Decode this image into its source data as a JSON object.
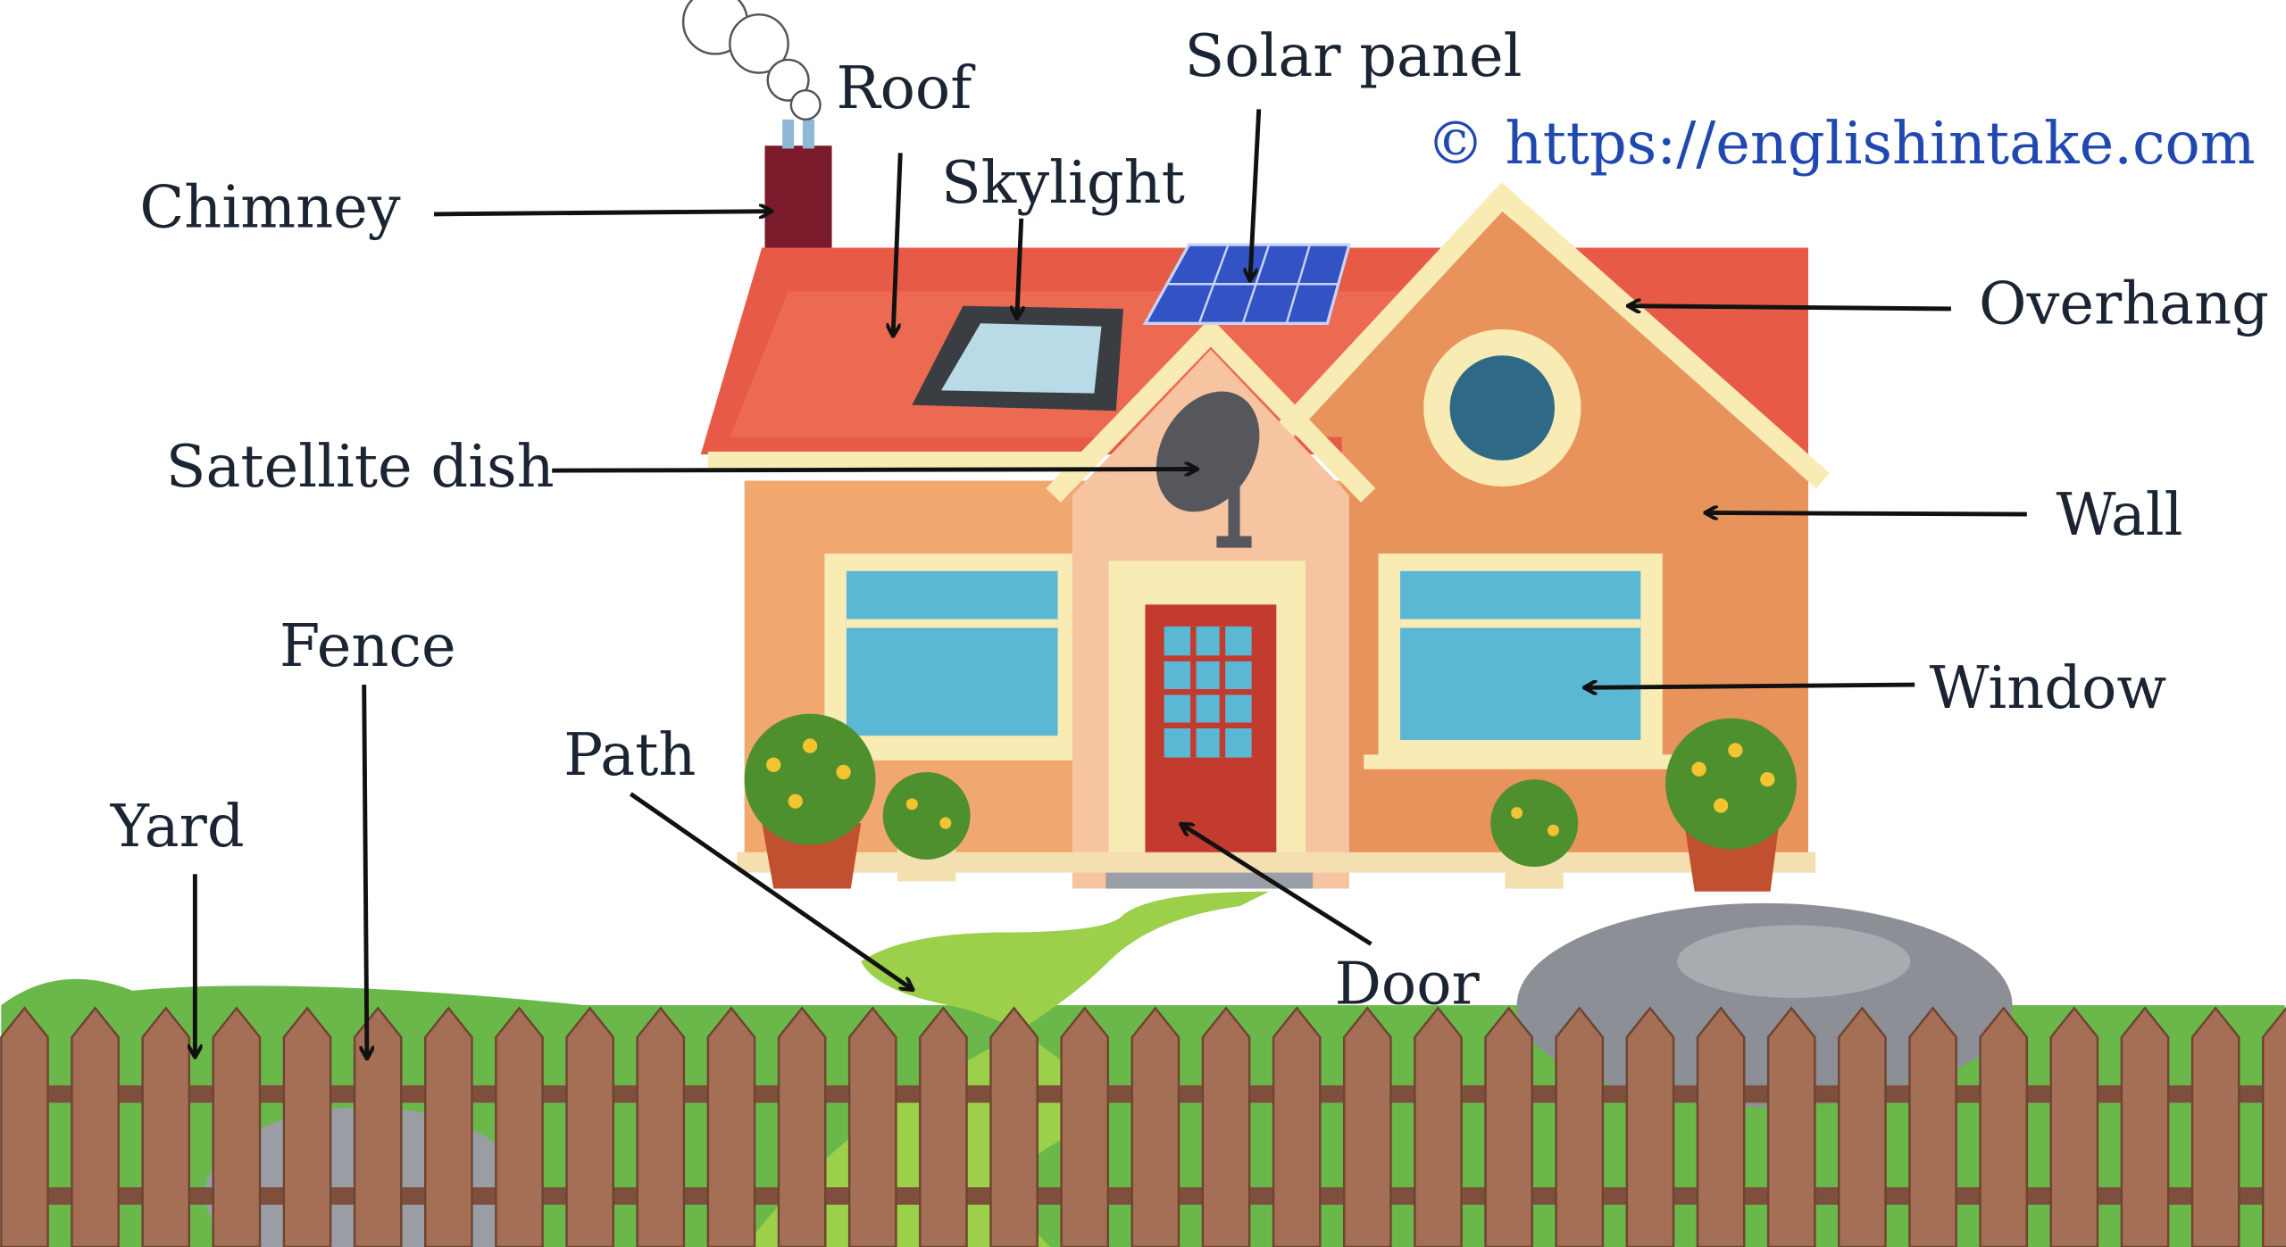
{
  "labels": {
    "roof": "Roof",
    "solar_panel": "Solar panel",
    "chimney": "Chimney",
    "skylight": "Skylight",
    "overhang": "Overhang",
    "satellite_dish": "Satellite dish",
    "wall": "Wall",
    "fence": "Fence",
    "window": "Window",
    "path": "Path",
    "yard": "Yard",
    "door": "Door"
  },
  "watermark": {
    "symbol": "©",
    "url": "https://englishintake.com"
  },
  "colors": {
    "roof": "#e85a48",
    "wall": "#f0a86e",
    "gable": "#e8935c",
    "trim": "#f8ebb4",
    "window_glass": "#5bb8d4",
    "door": "#c23b2e",
    "chimney": "#7a1a2a",
    "solar": "#3352c4",
    "grass": "#6bb84a",
    "path": "#9ccf4a",
    "fence": "#a56f55",
    "watermark": "#1f48b0"
  }
}
